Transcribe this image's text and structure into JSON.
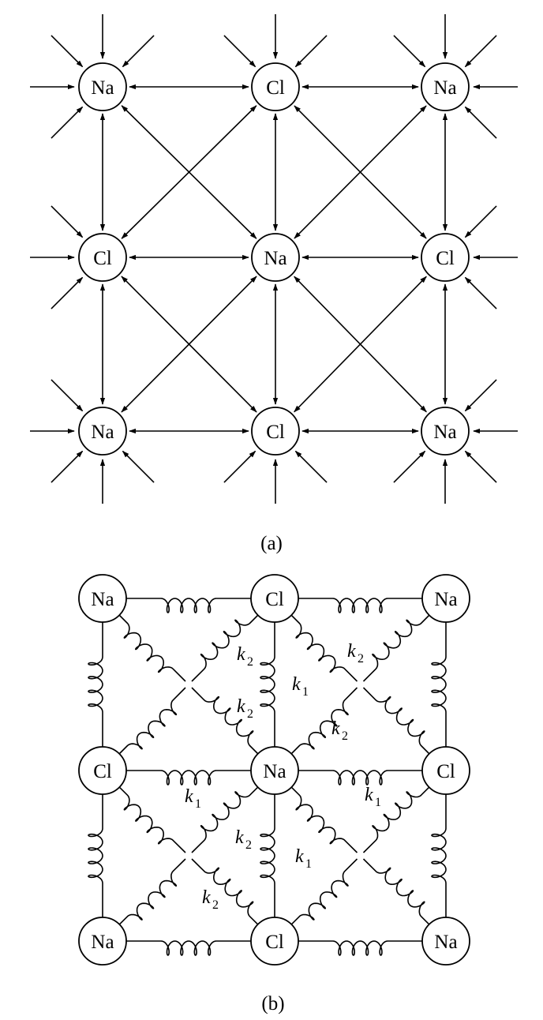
{
  "panel_a": {
    "caption": "(a)",
    "ions": [
      [
        "Na",
        "Cl",
        "Na"
      ],
      [
        "Cl",
        "Na",
        "Cl"
      ],
      [
        "Na",
        "Cl",
        "Na"
      ]
    ]
  },
  "panel_b": {
    "caption": "(b)",
    "ions": [
      [
        "Na",
        "Cl",
        "Na"
      ],
      [
        "Cl",
        "Na",
        "Cl"
      ],
      [
        "Na",
        "Cl",
        "Na"
      ]
    ],
    "spring_labels": [
      {
        "main": "k",
        "sub": "2"
      },
      {
        "main": "k",
        "sub": "2"
      },
      {
        "main": "k",
        "sub": "1"
      },
      {
        "main": "k",
        "sub": "2"
      },
      {
        "main": "k",
        "sub": "2"
      },
      {
        "main": "k",
        "sub": "1"
      },
      {
        "main": "k",
        "sub": "1"
      },
      {
        "main": "k",
        "sub": "2"
      },
      {
        "main": "k",
        "sub": "1"
      },
      {
        "main": "k",
        "sub": "2"
      }
    ]
  },
  "colors": {
    "ink": "#000000",
    "background": "#ffffff"
  }
}
